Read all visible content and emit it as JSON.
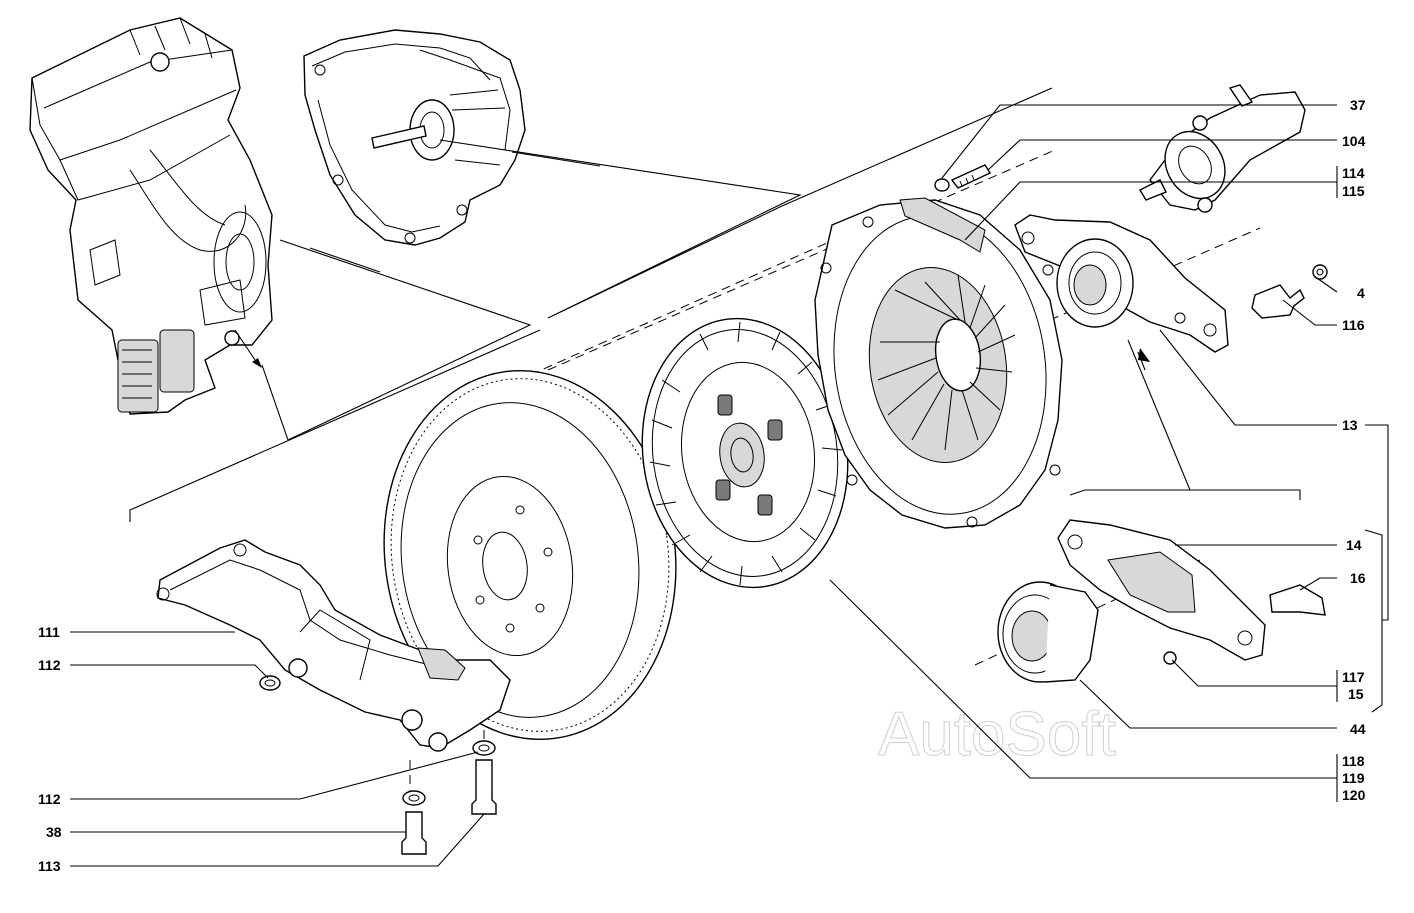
{
  "watermark": "AutoSoft",
  "callouts": [
    {
      "id": "37",
      "text": "37"
    },
    {
      "id": "104",
      "text": "104"
    },
    {
      "id": "114",
      "text": "114"
    },
    {
      "id": "115",
      "text": "115"
    },
    {
      "id": "4",
      "text": "4"
    },
    {
      "id": "116",
      "text": "116"
    },
    {
      "id": "13",
      "text": "13"
    },
    {
      "id": "14",
      "text": "14"
    },
    {
      "id": "16",
      "text": "16"
    },
    {
      "id": "117",
      "text": "117"
    },
    {
      "id": "15",
      "text": "15"
    },
    {
      "id": "44",
      "text": "44"
    },
    {
      "id": "118",
      "text": "118"
    },
    {
      "id": "119",
      "text": "119"
    },
    {
      "id": "120",
      "text": "120"
    },
    {
      "id": "111",
      "text": "111"
    },
    {
      "id": "112a",
      "text": "112"
    },
    {
      "id": "112b",
      "text": "112"
    },
    {
      "id": "38",
      "text": "38"
    },
    {
      "id": "113",
      "text": "113"
    }
  ]
}
